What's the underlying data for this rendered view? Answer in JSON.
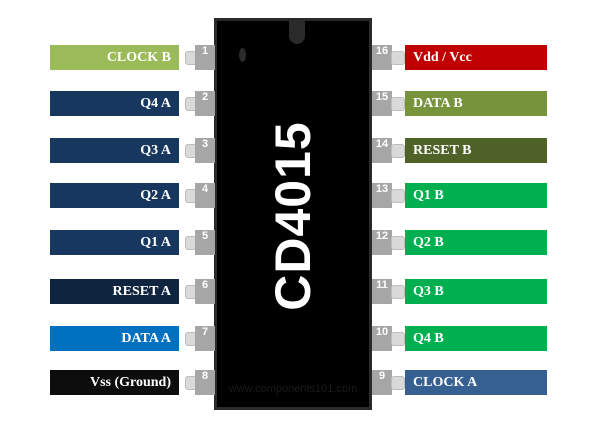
{
  "chip": {
    "name": "CD4015",
    "watermark": "www.components101.com"
  },
  "left_pins": [
    {
      "num": "1",
      "label": "CLOCK B",
      "color": "#9bbb59"
    },
    {
      "num": "2",
      "label": "Q4 A",
      "color": "#17375e"
    },
    {
      "num": "3",
      "label": "Q3 A",
      "color": "#17375e"
    },
    {
      "num": "4",
      "label": "Q2 A",
      "color": "#17375e"
    },
    {
      "num": "5",
      "label": "Q1 A",
      "color": "#17375e"
    },
    {
      "num": "6",
      "label": "RESET A",
      "color": "#0f243e"
    },
    {
      "num": "7",
      "label": "DATA A",
      "color": "#0070c0"
    },
    {
      "num": "8",
      "label": "Vss (Ground)",
      "color": "#0d0d0d"
    }
  ],
  "right_pins": [
    {
      "num": "16",
      "label": "Vdd / Vcc",
      "color": "#c00000"
    },
    {
      "num": "15",
      "label": "DATA B",
      "color": "#77933c"
    },
    {
      "num": "14",
      "label": "RESET B",
      "color": "#4f6228"
    },
    {
      "num": "13",
      "label": "Q1 B",
      "color": "#00b050"
    },
    {
      "num": "12",
      "label": "Q2 B",
      "color": "#00b050"
    },
    {
      "num": "11",
      "label": "Q3 B",
      "color": "#00b050"
    },
    {
      "num": "10",
      "label": "Q4 B",
      "color": "#00b050"
    },
    {
      "num": "9",
      "label": "CLOCK A",
      "color": "#366092"
    }
  ]
}
